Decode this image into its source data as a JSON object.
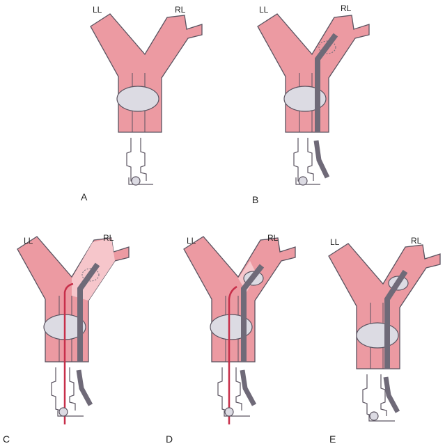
{
  "colors": {
    "trachea_fill": "#ec9aa2",
    "trachea_light": "#f6c6cb",
    "outline": "#5a5360",
    "cuff_fill": "#dcdbe3",
    "tube": "#6f6a78",
    "wire": "#c72f4a",
    "connector": "#5a5360"
  },
  "icons": [
    "cuff-balloon",
    "bronchial-blocker",
    "guide-wire",
    "connector-valve"
  ],
  "panels": [
    {
      "letter": "A",
      "left_label": "LL",
      "right_label": "RL"
    },
    {
      "letter": "B",
      "left_label": "LL",
      "right_label": "RL"
    },
    {
      "letter": "C",
      "left_label": "LL",
      "right_label": "RL"
    },
    {
      "letter": "D",
      "left_label": "LL",
      "right_label": "RL"
    },
    {
      "letter": "E",
      "left_label": "LL",
      "right_label": "RL"
    }
  ]
}
